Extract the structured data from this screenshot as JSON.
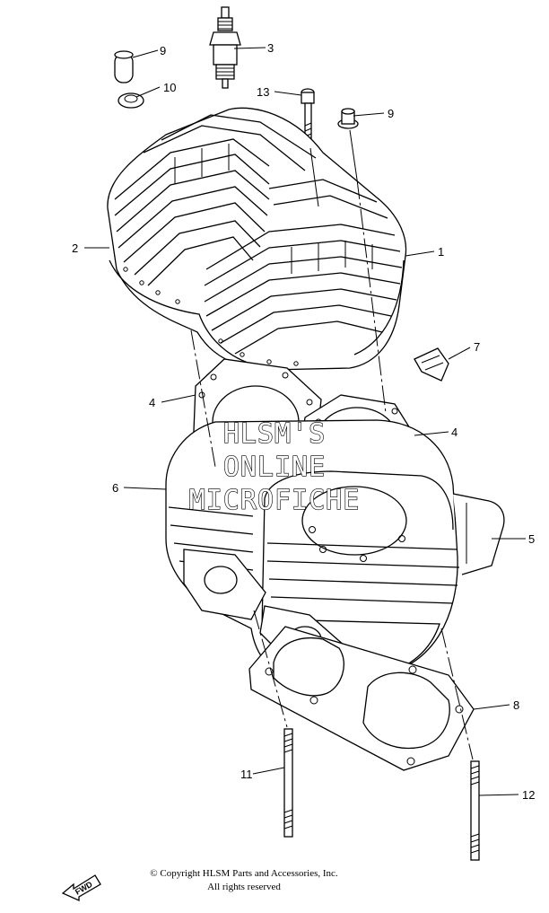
{
  "callouts": [
    {
      "id": "1",
      "text": "1"
    },
    {
      "id": "2",
      "text": "2"
    },
    {
      "id": "3",
      "text": "3"
    },
    {
      "id": "4a",
      "text": "4"
    },
    {
      "id": "4b",
      "text": "4"
    },
    {
      "id": "5",
      "text": "5"
    },
    {
      "id": "6",
      "text": "6"
    },
    {
      "id": "7",
      "text": "7"
    },
    {
      "id": "8",
      "text": "8"
    },
    {
      "id": "9a",
      "text": "9"
    },
    {
      "id": "9b",
      "text": "9"
    },
    {
      "id": "10",
      "text": "10"
    },
    {
      "id": "11",
      "text": "11"
    },
    {
      "id": "12",
      "text": "12"
    },
    {
      "id": "13",
      "text": "13"
    }
  ],
  "watermark": {
    "line1": "HLSM'S",
    "line2": "ONLINE",
    "line3": "MICROFICHE"
  },
  "copyright": {
    "line1": "© Copyright HLSM Parts and Accessories, Inc.",
    "line2": "All rights reserved"
  },
  "fwd_label": "FWD"
}
